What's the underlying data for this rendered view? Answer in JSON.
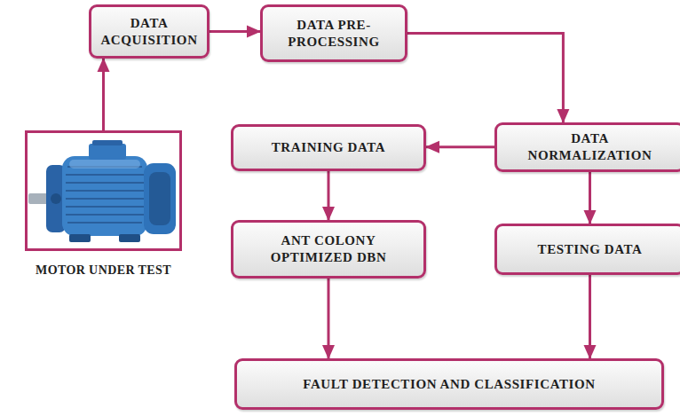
{
  "diagram": {
    "nodes": [
      {
        "text": [
          "DATA ACQUISITION"
        ]
      },
      {
        "text": [
          "DATA PRE- PROCESSING"
        ]
      },
      {
        "text": [
          "TRAINING DATA"
        ]
      },
      {
        "text": [
          "DATA NORMALIZATION"
        ]
      },
      {
        "text": [
          "MOTOR UNDER TEST"
        ]
      },
      {
        "text": [
          "ANT COLONY OPTIMIZED DBN"
        ]
      },
      {
        "text": [
          "TESTING DATA"
        ]
      },
      {
        "text": [
          "FAULT DETECTION AND CLASSIFICATION"
        ]
      }
    ],
    "edges": [
      {
        "from": 4,
        "to": 0,
        "arrow": "to"
      },
      {
        "from": 0,
        "to": 1,
        "arrow": "to"
      },
      {
        "from": 1,
        "to": 3,
        "arrow": "to"
      },
      {
        "from": 3,
        "to": 2,
        "arrow": "to"
      },
      {
        "from": 3,
        "to": 6,
        "arrow": "to"
      },
      {
        "from": 2,
        "to": 5,
        "arrow": "to"
      },
      {
        "from": 5,
        "to": 7,
        "arrow": "to"
      },
      {
        "from": 6,
        "to": 7,
        "arrow": "to"
      }
    ]
  }
}
